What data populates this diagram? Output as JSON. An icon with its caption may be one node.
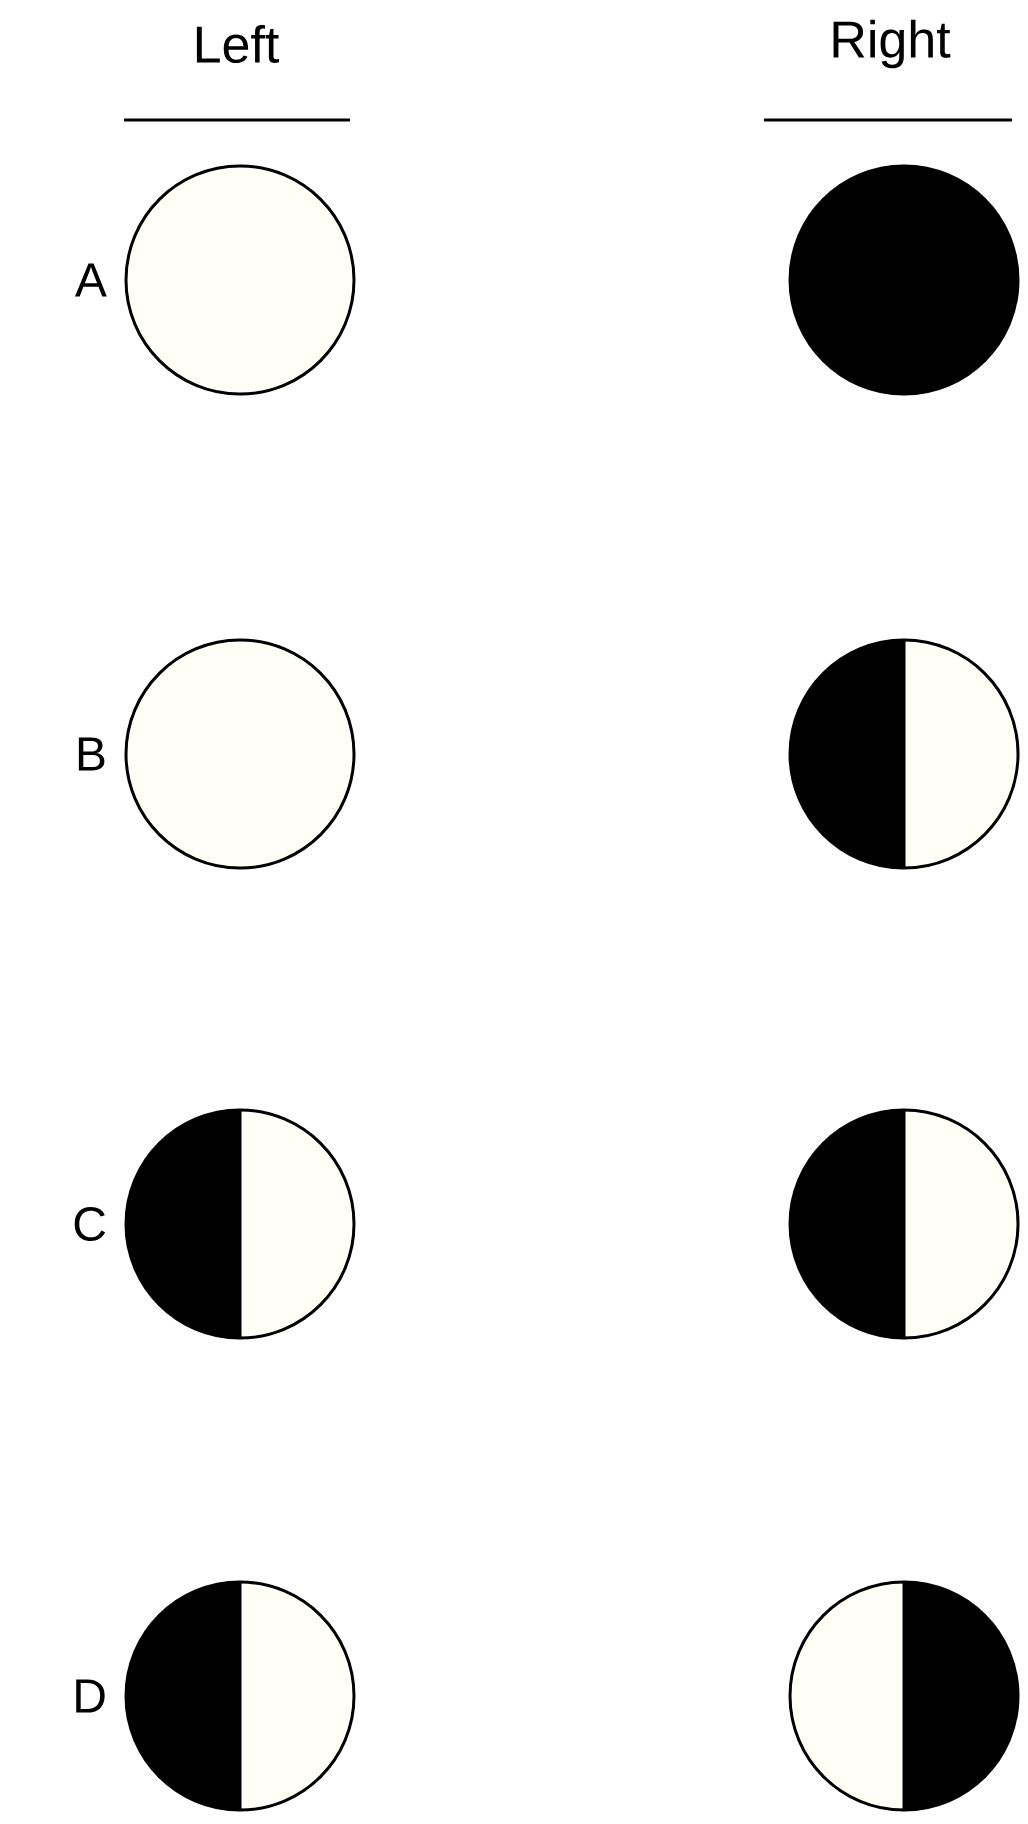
{
  "diagram": {
    "nodes": [
      {
        "text": [],
        "shape": "circle",
        "beside": [
          "A"
        ]
      },
      {
        "text": [],
        "shape": "circle"
      },
      {
        "text": [],
        "shape": "circle",
        "beside": [
          "B"
        ]
      },
      {
        "text": [],
        "shape": "circle"
      },
      {
        "text": [],
        "shape": "circle",
        "beside": [
          "C"
        ]
      },
      {
        "text": [],
        "shape": "circle"
      },
      {
        "text": [],
        "shape": "circle",
        "beside": [
          "D"
        ]
      },
      {
        "text": [],
        "shape": "circle"
      }
    ],
    "labels": [
      "Left",
      "Right"
    ]
  }
}
